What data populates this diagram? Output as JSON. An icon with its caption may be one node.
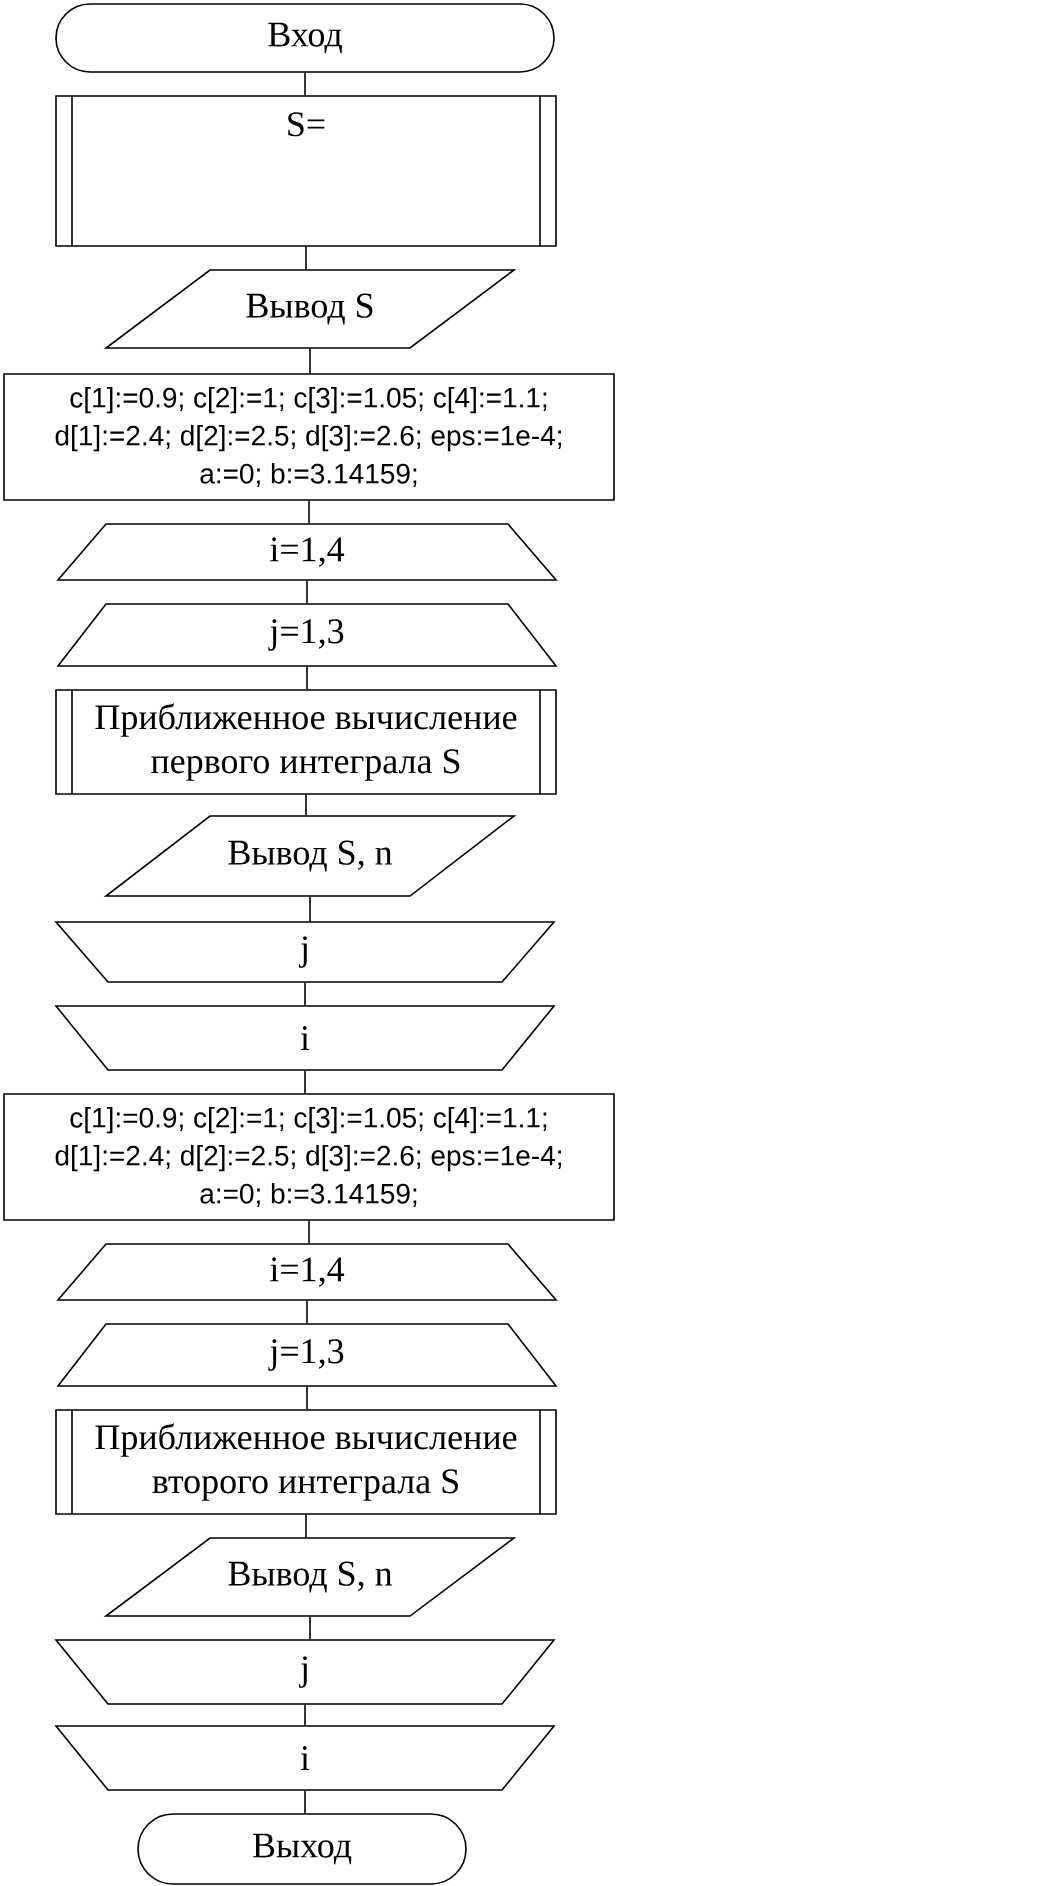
{
  "diagram": {
    "nodes": [
      {
        "text": [
          "Вход"
        ]
      },
      {
        "text": [
          "S="
        ]
      },
      {
        "text": [
          "Вывод S"
        ]
      },
      {
        "text": [
          "c[1]:=0.9; c[2]:=1; c[3]:=1.05; c[4]:=1.1; d[1]:=2.4; d[2]:=2.5; d[3]:=2.6; eps:=1e-4; a:=0; b:=3.14159;"
        ]
      },
      {
        "text": [
          "i=1,4"
        ]
      },
      {
        "text": [
          "j=1,3"
        ]
      },
      {
        "text": [
          "Приближенное вычисление первого интеграла S"
        ]
      },
      {
        "text": [
          "Вывод S, n"
        ]
      },
      {
        "text": [
          "j"
        ]
      },
      {
        "text": [
          "i"
        ]
      },
      {
        "text": [
          "c[1]:=0.9; c[2]:=1; c[3]:=1.05; c[4]:=1.1; d[1]:=2.4; d[2]:=2.5; d[3]:=2.6; eps:=1e-4; a:=0; b:=3.14159;"
        ]
      },
      {
        "text": [
          "i=1,4"
        ]
      },
      {
        "text": [
          "j=1,3"
        ]
      },
      {
        "text": [
          "Приближенное вычисление второго интеграла S"
        ]
      },
      {
        "text": [
          "Вывод S, n"
        ]
      },
      {
        "text": [
          "j"
        ]
      },
      {
        "text": [
          "i"
        ]
      },
      {
        "text": [
          "Выход"
        ]
      }
    ],
    "edges": [
      {
        "from": 0,
        "to": 1,
        "arrow": "none"
      },
      {
        "from": 1,
        "to": 2,
        "arrow": "none"
      },
      {
        "from": 2,
        "to": 3,
        "arrow": "none"
      },
      {
        "from": 3,
        "to": 4,
        "arrow": "none"
      },
      {
        "from": 4,
        "to": 5,
        "arrow": "none"
      },
      {
        "from": 5,
        "to": 6,
        "arrow": "none"
      },
      {
        "from": 6,
        "to": 7,
        "arrow": "none"
      },
      {
        "from": 7,
        "to": 8,
        "arrow": "none"
      },
      {
        "from": 8,
        "to": 9,
        "arrow": "none"
      },
      {
        "from": 9,
        "to": 10,
        "arrow": "none"
      },
      {
        "from": 10,
        "to": 11,
        "arrow": "none"
      },
      {
        "from": 11,
        "to": 12,
        "arrow": "none"
      },
      {
        "from": 12,
        "to": 13,
        "arrow": "none"
      },
      {
        "from": 13,
        "to": 14,
        "arrow": "none"
      },
      {
        "from": 14,
        "to": 15,
        "arrow": "none"
      },
      {
        "from": 15,
        "to": 16,
        "arrow": "none"
      },
      {
        "from": 16,
        "to": 17,
        "arrow": "none"
      }
    ]
  }
}
